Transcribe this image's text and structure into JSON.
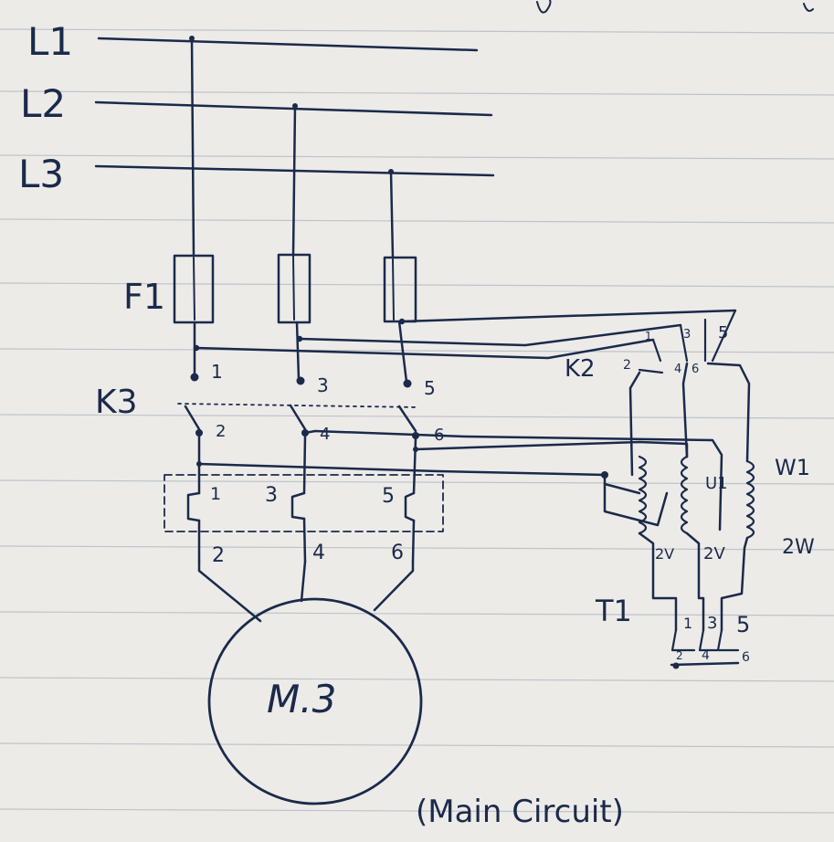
{
  "diagram": {
    "supply_lines": [
      "L1",
      "L2",
      "L3"
    ],
    "fuse_label": "F1",
    "main_contactor": {
      "label": "K3",
      "top_terminals": [
        "1",
        "3",
        "5"
      ],
      "bottom_terminals": [
        "2",
        "4",
        "6"
      ]
    },
    "overload_relay": {
      "top_terminals": [
        "1",
        "3",
        "5"
      ],
      "bottom_terminals": [
        "2",
        "4",
        "6"
      ]
    },
    "motor_label": "M.3",
    "star_contactor": {
      "label": "K2",
      "top_terminals": [
        "1",
        "3",
        "5"
      ],
      "bottom_terminals": [
        "2",
        "4",
        "6"
      ]
    },
    "transformer": {
      "label": "T1",
      "winding_labels": [
        "U1",
        "W1"
      ],
      "tap_labels": [
        "2V",
        "2V",
        "2W"
      ],
      "bottom_top_terminals": [
        "1",
        "3",
        "5"
      ],
      "bottom_terminals": [
        "2",
        "4",
        "6"
      ]
    },
    "caption": "(Main Circuit)"
  }
}
